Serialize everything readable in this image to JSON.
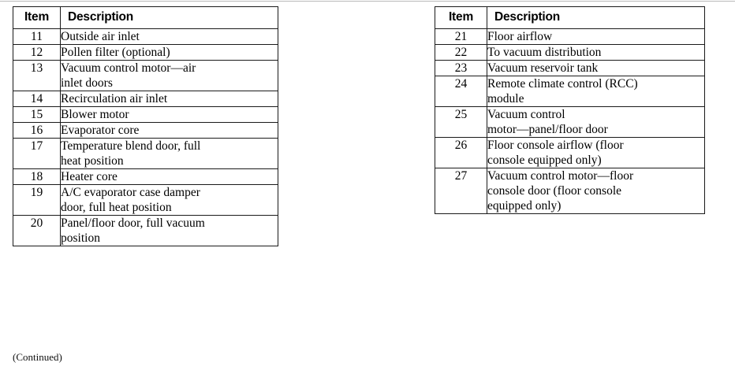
{
  "page": {
    "background_color": "#ffffff",
    "text_color": "#000000",
    "rule_color": "#1a1a1a",
    "continued_note": "(Continued)"
  },
  "tables": [
    {
      "id": "left-table",
      "headers": {
        "item": "Item",
        "description": "Description"
      },
      "rows": [
        {
          "item": "11",
          "lines": [
            "Outside air inlet"
          ]
        },
        {
          "item": "12",
          "lines": [
            "Pollen filter (optional)"
          ]
        },
        {
          "item": "13",
          "lines": [
            "Vacuum control motor—air",
            "inlet doors"
          ]
        },
        {
          "item": "14",
          "lines": [
            "Recirculation air inlet"
          ]
        },
        {
          "item": "15",
          "lines": [
            "Blower motor"
          ]
        },
        {
          "item": "16",
          "lines": [
            "Evaporator core"
          ]
        },
        {
          "item": "17",
          "lines": [
            "Temperature blend door, full",
            "heat position"
          ]
        },
        {
          "item": "18",
          "lines": [
            "Heater core"
          ]
        },
        {
          "item": "19",
          "lines": [
            "A/C evaporator case damper",
            "door, full heat position"
          ]
        },
        {
          "item": "20",
          "lines": [
            "Panel/floor door, full vacuum",
            "position"
          ]
        }
      ]
    },
    {
      "id": "right-table",
      "headers": {
        "item": "Item",
        "description": "Description"
      },
      "rows": [
        {
          "item": "21",
          "lines": [
            "Floor airflow"
          ]
        },
        {
          "item": "22",
          "lines": [
            "To vacuum distribution"
          ]
        },
        {
          "item": "23",
          "lines": [
            "Vacuum reservoir tank"
          ]
        },
        {
          "item": "24",
          "lines": [
            "Remote climate control (RCC)",
            "module"
          ]
        },
        {
          "item": "25",
          "lines": [
            "Vacuum control",
            "motor—panel/floor door"
          ]
        },
        {
          "item": "26",
          "lines": [
            "Floor console airflow (floor",
            "console equipped only)"
          ]
        },
        {
          "item": "27",
          "lines": [
            "Vacuum control motor—floor",
            "console door (floor console",
            "equipped only)"
          ]
        }
      ]
    }
  ]
}
